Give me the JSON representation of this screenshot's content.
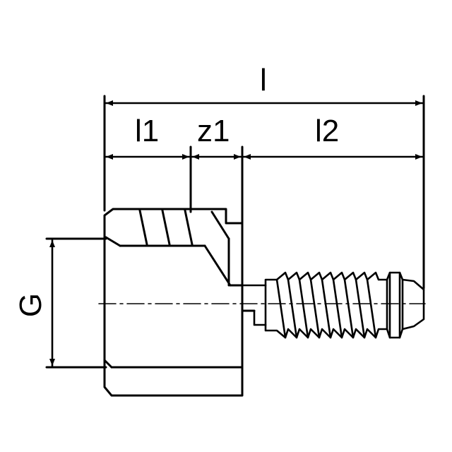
{
  "drawing": {
    "labels": {
      "overall_length": "l",
      "female_thread_length": "l1",
      "offset_length": "z1",
      "barb_length": "l2",
      "thread_size": "G"
    }
  }
}
